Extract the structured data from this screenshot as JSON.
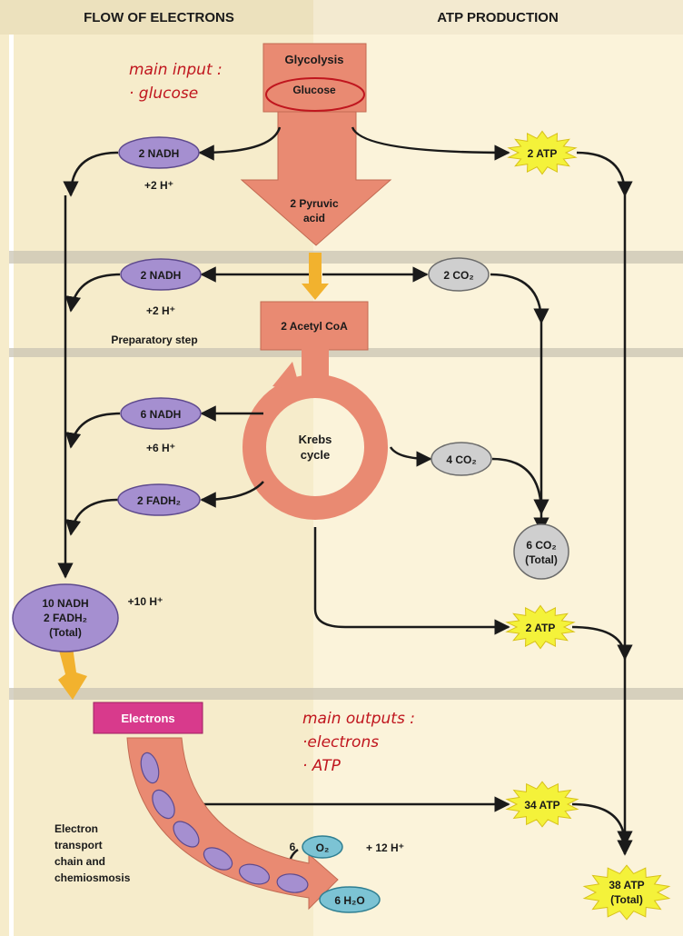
{
  "headers": {
    "left": "FLOW OF ELECTRONS",
    "right": "ATP PRODUCTION"
  },
  "glycolysis": {
    "title": "Glycolysis",
    "input": "Glucose",
    "product_line1": "2 Pyruvic",
    "product_line2": "acid"
  },
  "prep": {
    "nadh": "2 NADH",
    "h": "+2 H⁺",
    "step": "Preparatory step",
    "acetyl": "2 Acetyl CoA",
    "co2": "2 CO₂"
  },
  "glyco_side": {
    "nadh": "2 NADH",
    "h": "+2 H⁺",
    "atp": "2 ATP"
  },
  "krebs": {
    "line1": "Krebs",
    "line2": "cycle",
    "nadh": "6 NADH",
    "h": "+6 H⁺",
    "fadh": "2 FADH₂",
    "co2": "4 CO₂",
    "atp": "2 ATP"
  },
  "co2_total": {
    "line1": "6 CO₂",
    "line2": "(Total)"
  },
  "totals": {
    "line1": "10 NADH",
    "line2": "2 FADH₂",
    "line3": "(Total)",
    "h": "+10 H⁺"
  },
  "etc": {
    "electrons": "Electrons",
    "label1": "Electron",
    "label2": "transport",
    "label3": "chain and",
    "label4": "chemiosmosis",
    "o2_coef": "6",
    "o2": "O₂",
    "h": "+ 12 H⁺",
    "water": "6 H₂O",
    "atp": "34 ATP"
  },
  "atp_total": {
    "line1": "38 ATP",
    "line2": "(Total)"
  },
  "handwritten": {
    "input_title": "main input :",
    "input_item": "· glucose",
    "outputs_title": "main outputs :",
    "outputs_item1": "·electrons",
    "outputs_item2": "· ATP"
  },
  "colors": {
    "salmon": "#e98a72",
    "purple": "#a58fd0",
    "co2_gray": "#cfcfcf",
    "atp_yellow": "#f4f23a",
    "magenta": "#d83a8c",
    "cyan": "#7cc3d4",
    "bg_left": "#f6eccb",
    "bg_right": "#fbf3da",
    "handwriting": "#c0161e"
  }
}
